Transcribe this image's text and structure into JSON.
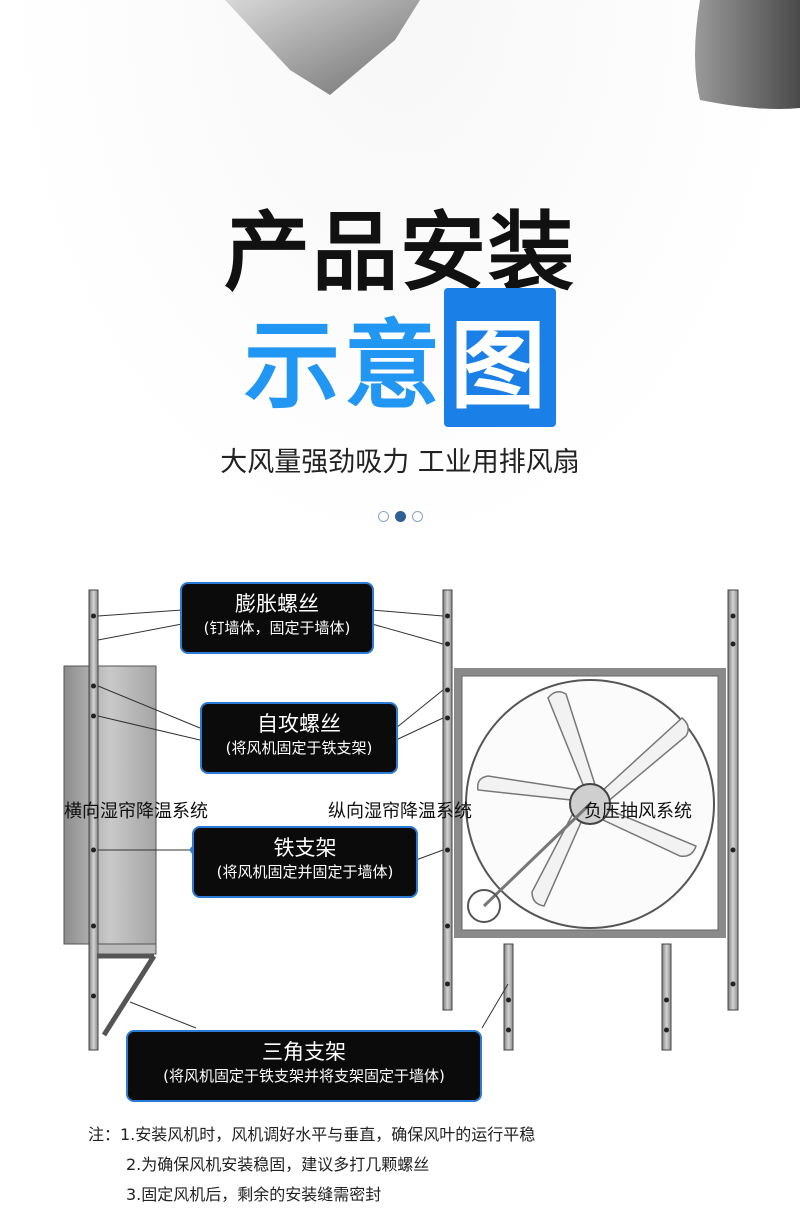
{
  "header": {
    "title_line1": "产品安装",
    "title_line2_a": "示意",
    "title_line2_b": "图",
    "tagline": "大风量强劲吸力 工业用排风扇"
  },
  "carousel": {
    "total": 3,
    "active_index": 1
  },
  "diagram": {
    "callouts": [
      {
        "title": "膨胀螺丝",
        "sub": "(钉墙体，固定于墙体)"
      },
      {
        "title": "自攻螺丝",
        "sub": "(将风机固定于铁支架)"
      },
      {
        "title": "铁支架",
        "sub": "(将风机固定并固定于墙体)"
      },
      {
        "title": "三角支架",
        "sub": "(将风机固定于铁支架并将支架固定于墙体)"
      }
    ],
    "systems": {
      "left": "横向湿帘降温系统",
      "middle": "纵向湿帘降温系统",
      "right": "负压抽风系统"
    }
  },
  "notes": {
    "line1": "注：1.安装风机时，风机调好水平与垂直，确保风叶的运行平稳",
    "line2": "2.为确保风机安装稳固，建议多打几颗螺丝",
    "line3": "3.固定风机后，剩余的安装缝需密封"
  },
  "colors": {
    "accent_blue": "#2196f3",
    "callout_border": "#2c7bd5",
    "callout_bg": "#0b0b0b"
  }
}
